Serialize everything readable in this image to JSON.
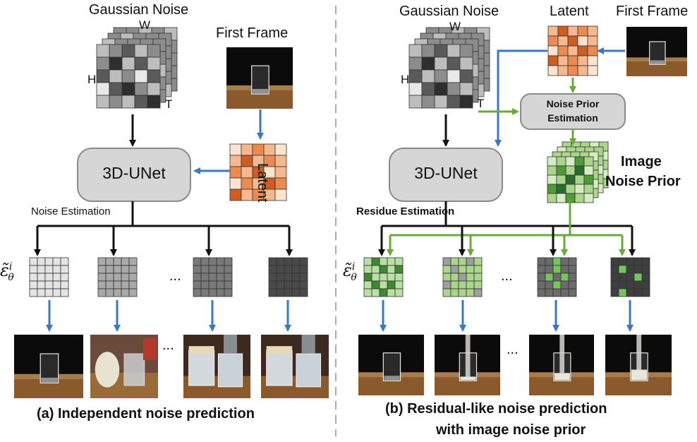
{
  "left_panel": {
    "gaussian_noise_label": "Gaussian Noise",
    "dim_w": "W",
    "dim_h": "H",
    "dim_t": "T",
    "first_frame_label": "First Frame",
    "latent_label": "Latent",
    "unet_label": "3D-UNet",
    "estimation_label": "Noise Estimation",
    "ellipsis_noise": "...",
    "ellipsis_frames": "...",
    "caption": "(a) Independent noise prediction"
  },
  "right_panel": {
    "gaussian_noise_label": "Gaussian Noise",
    "dim_w": "W",
    "dim_h": "H",
    "dim_t": "T",
    "latent_label": "Latent",
    "first_frame_label": "First Frame",
    "prior_estimation_line1": "Noise Prior",
    "prior_estimation_line2": "Estimation",
    "image_noise_prior_line1": "Image",
    "image_noise_prior_line2": "Noise Prior",
    "unet_label": "3D-UNet",
    "estimation_label": "Residue Estimation",
    "ellipsis_noise": "...",
    "ellipsis_frames": "...",
    "caption_line1": "(b) Residual-like noise prediction",
    "caption_line2": "with image noise prior"
  },
  "epsilon_symbol": "ε̃",
  "epsilon_sup": "i",
  "epsilon_sub": "θ",
  "colors": {
    "arrow_black": "#111111",
    "arrow_blue": "#3a78c4",
    "arrow_green": "#6aa93a",
    "box_fill": "#d6d6d6",
    "box_border": "#8a8a8a",
    "divider": "#aaaaaa",
    "latent_orange": [
      "#fce4d0",
      "#f6b88e",
      "#ec8a52",
      "#cf5d20"
    ],
    "prior_green": [
      "#d6ecc4",
      "#a9d68a",
      "#4f9a3a",
      "#2a6d2a"
    ]
  }
}
